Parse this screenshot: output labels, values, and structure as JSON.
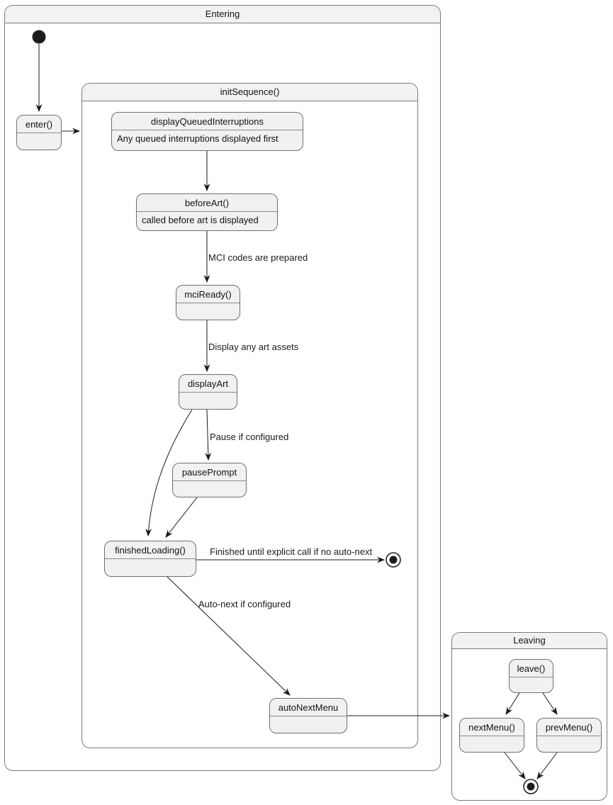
{
  "diagram_type": "uml-state-diagram",
  "containers": {
    "entering": {
      "title": "Entering"
    },
    "initSequence": {
      "title": "initSequence()"
    },
    "leaving": {
      "title": "Leaving"
    }
  },
  "states": {
    "enter": {
      "title": "enter()",
      "desc": ""
    },
    "displayQueuedInterruptions": {
      "title": "displayQueuedInterruptions",
      "desc": "Any queued interruptions displayed first"
    },
    "beforeArt": {
      "title": "beforeArt()",
      "desc": "called before art is displayed"
    },
    "mciReady": {
      "title": "mciReady()",
      "desc": ""
    },
    "displayArt": {
      "title": "displayArt",
      "desc": ""
    },
    "pausePrompt": {
      "title": "pausePrompt",
      "desc": ""
    },
    "finishedLoading": {
      "title": "finishedLoading()",
      "desc": ""
    },
    "autoNextMenu": {
      "title": "autoNextMenu",
      "desc": ""
    },
    "leave": {
      "title": "leave()",
      "desc": ""
    },
    "nextMenu": {
      "title": "nextMenu()",
      "desc": ""
    },
    "prevMenu": {
      "title": "prevMenu()",
      "desc": ""
    }
  },
  "transitions": [
    {
      "from": "initial",
      "to": "enter",
      "label": ""
    },
    {
      "from": "enter",
      "to": "initSequence",
      "label": ""
    },
    {
      "from": "displayQueuedInterruptions",
      "to": "beforeArt",
      "label": ""
    },
    {
      "from": "beforeArt",
      "to": "mciReady",
      "label": "MCI codes are prepared"
    },
    {
      "from": "mciReady",
      "to": "displayArt",
      "label": "Display any art assets"
    },
    {
      "from": "displayArt",
      "to": "pausePrompt",
      "label": "Pause if configured"
    },
    {
      "from": "displayArt",
      "to": "finishedLoading",
      "label": ""
    },
    {
      "from": "pausePrompt",
      "to": "finishedLoading",
      "label": ""
    },
    {
      "from": "finishedLoading",
      "to": "final-entering",
      "label": "Finished until explicit call if no auto-next"
    },
    {
      "from": "finishedLoading",
      "to": "autoNextMenu",
      "label": "Auto-next if configured"
    },
    {
      "from": "autoNextMenu",
      "to": "leaving",
      "label": ""
    },
    {
      "from": "leave",
      "to": "nextMenu",
      "label": ""
    },
    {
      "from": "leave",
      "to": "prevMenu",
      "label": ""
    },
    {
      "from": "nextMenu",
      "to": "final-leaving",
      "label": ""
    },
    {
      "from": "prevMenu",
      "to": "final-leaving",
      "label": ""
    }
  ],
  "colors": {
    "state_fill": "#f1f1f1",
    "state_border": "#707070",
    "container_border": "#7a7a7a",
    "title_bar_fill": "#f2f2f2",
    "line": "#1a1a1a",
    "text": "#121212",
    "background": "#ffffff"
  }
}
